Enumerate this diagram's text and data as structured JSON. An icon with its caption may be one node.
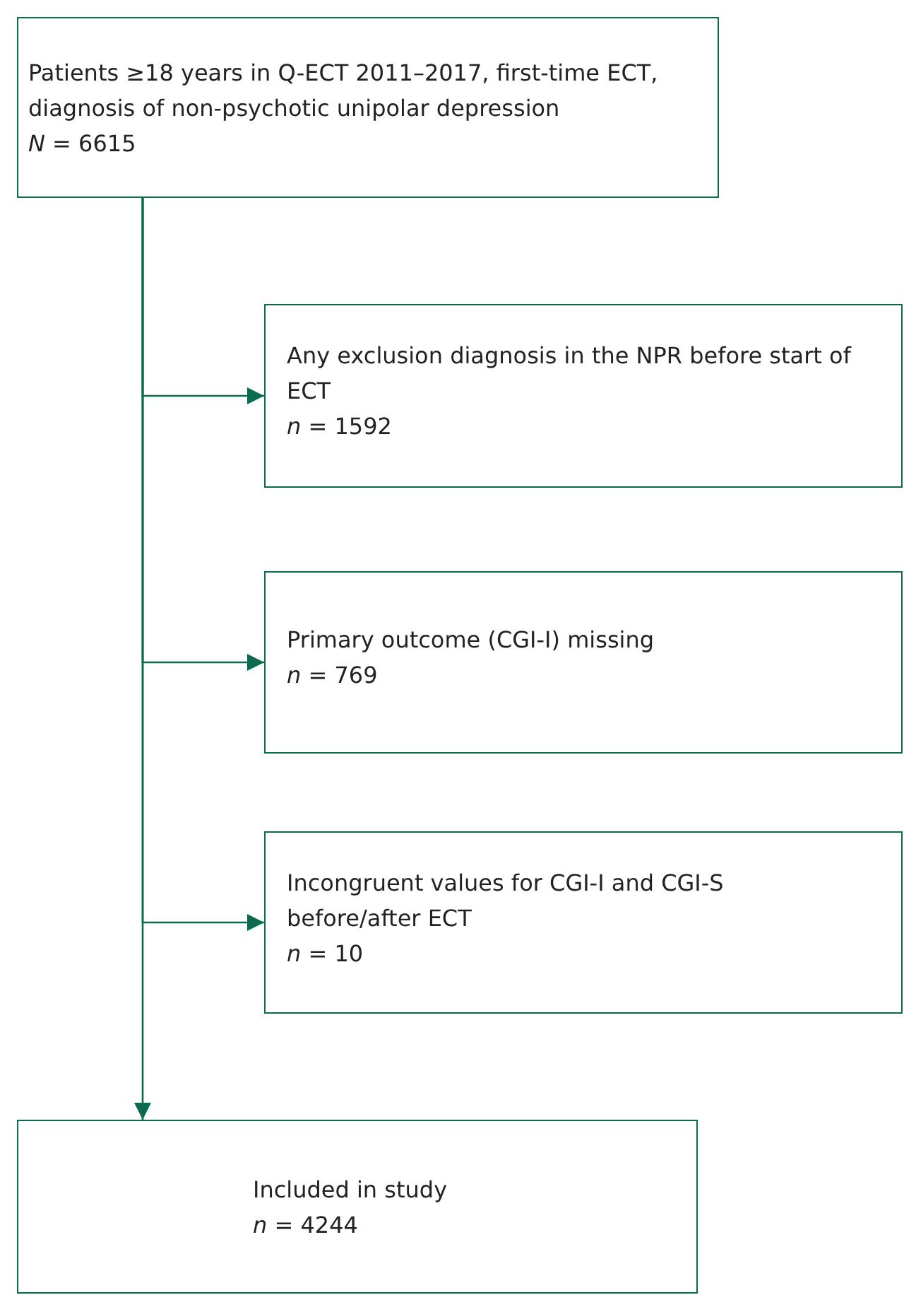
{
  "diagram": {
    "nodes": [
      {
        "text": [
          "Patients ≥18 years in Q-ECT 2011–2017, first-time ECT, diagnosis of non-psychotic unipolar depression",
          "*N* = 6615"
        ]
      },
      {
        "text": [
          "Any exclusion diagnosis in the NPR before start of ECT",
          "*n* = 1592"
        ]
      },
      {
        "text": [
          "Primary outcome (CGI-I) missing",
          "*n* = 769"
        ]
      },
      {
        "text": [
          "Incongruent values for CGI-I and CGI-S before/after ECT",
          "*n* = 10"
        ]
      },
      {
        "text": [
          "Included in study",
          "*n* = 4244"
        ]
      }
    ],
    "edges": [
      {
        "from": 0,
        "to": 1,
        "arrow": "to"
      },
      {
        "from": 0,
        "to": 2,
        "arrow": "to"
      },
      {
        "from": 0,
        "to": 3,
        "arrow": "to"
      },
      {
        "from": 0,
        "to": 4,
        "arrow": "to"
      }
    ]
  }
}
